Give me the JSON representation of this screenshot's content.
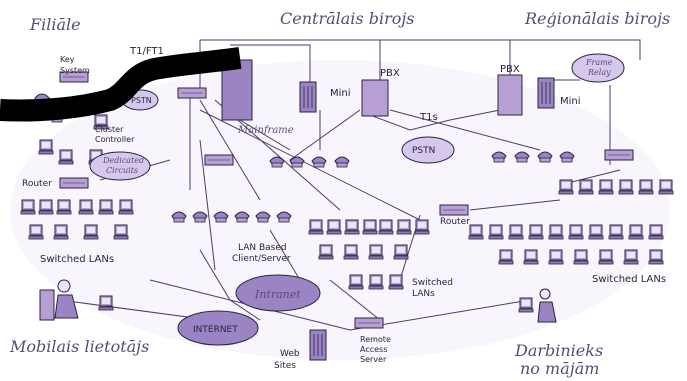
{
  "headings": {
    "branch": "Filiāle",
    "central": "Centrālais birojs",
    "regional": "Reģionālais birojs",
    "mobile": "Mobilais lietotājs",
    "home_worker_1": "Darbinieks",
    "home_worker_2": "no mājām"
  },
  "labels": {
    "key_system": [
      "Key",
      "System"
    ],
    "t1_ft1": "T1/FT1",
    "pstn_left": "PSTN",
    "cluster_controller": [
      "Cluster",
      "Controller"
    ],
    "mainframe": "Mainframe",
    "mini_central": "Mini",
    "pbx_central": "PBX",
    "t1s": "T1s",
    "pstn_center": "PSTN",
    "pbx_regional": "PBX",
    "mini_regional": "Mini",
    "frame_relay": [
      "Frame",
      "Relay"
    ],
    "dedicated_circuits": [
      "Dedicated",
      "Circuits"
    ],
    "router_left": "Router",
    "router_center": "Router",
    "switched_lans_left": "Switched LANs",
    "lan_client_server": [
      "LAN Based",
      "Client/Server"
    ],
    "switched_lans_center": [
      "Switched",
      "LANs"
    ],
    "switched_lans_right": "Switched LANs",
    "intranet": "Intranet",
    "internet": "INTERNET",
    "web_sites": [
      "Web",
      "Sites"
    ],
    "remote_access_server": [
      "Remote",
      "Access",
      "Server"
    ]
  },
  "colors": {
    "ink": "#2b2340",
    "purple_fill": "#b79fd6",
    "purple_dark": "#7d62a8",
    "line": "#4a3d66",
    "redaction": "#000000"
  }
}
